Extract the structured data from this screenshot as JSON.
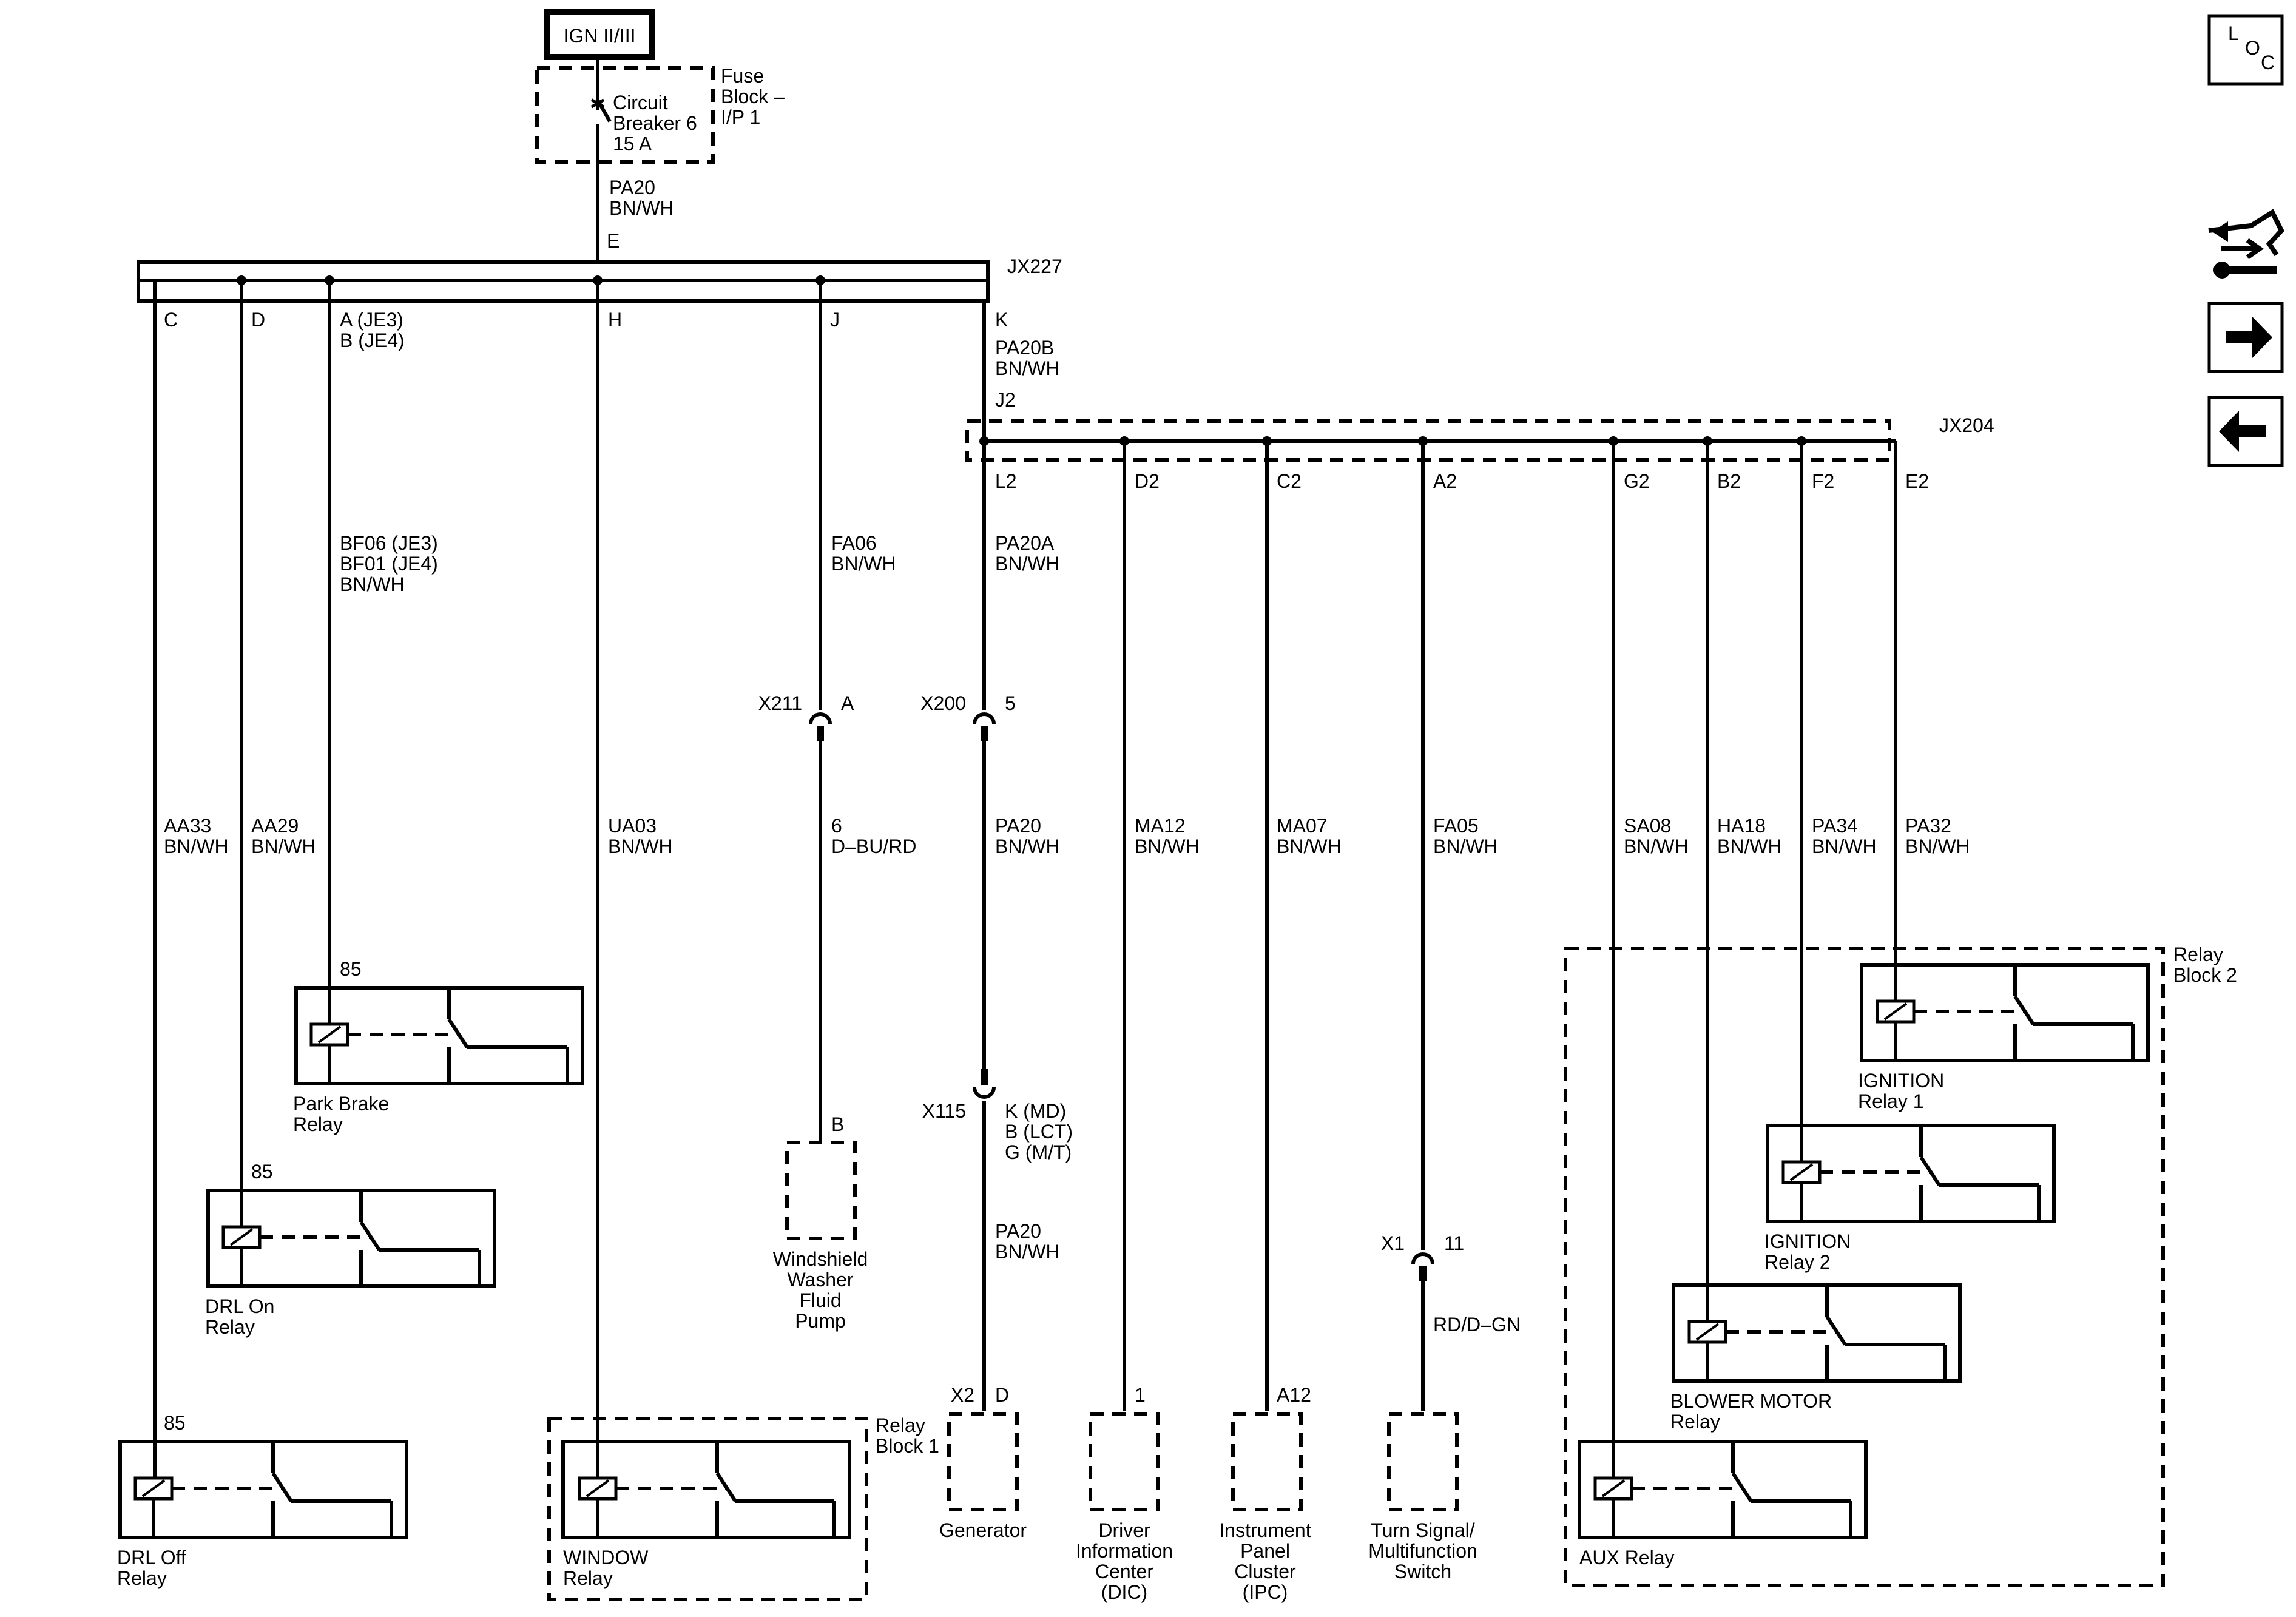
{
  "power_label": "IGN II/III",
  "fuse_block": {
    "label": "Fuse Block – I/P 1",
    "line1": "Fuse",
    "line2": "Block –",
    "line3": "I/P 1"
  },
  "circuit_breaker": {
    "line1": "Circuit",
    "line2": "Breaker 6",
    "line3": "15 A"
  },
  "feed_wire": {
    "id": "PA20",
    "color": "BN/WH",
    "pin": "E"
  },
  "jx227": {
    "label": "JX227",
    "pins": {
      "c": "C",
      "d": "D",
      "ab1": "A (JE3)",
      "ab2": "B (JE4)",
      "h": "H",
      "j": "J",
      "k": "K"
    }
  },
  "k_wire": {
    "id": "PA20B",
    "color": "BN/WH",
    "pin": "J2"
  },
  "jx204": {
    "label": "JX204",
    "pins": {
      "l2": "L2",
      "d2": "D2",
      "c2": "C2",
      "a2": "A2",
      "g2": "G2",
      "b2": "B2",
      "f2": "F2",
      "e2": "E2"
    }
  },
  "wires": {
    "bf": {
      "line1": "BF06 (JE3)",
      "line2": "BF01 (JE4)",
      "color": "BN/WH"
    },
    "fa06": {
      "id": "FA06",
      "color": "BN/WH"
    },
    "pa20a": {
      "id": "PA20A",
      "color": "BN/WH"
    },
    "aa33": {
      "id": "AA33",
      "color": "BN/WH"
    },
    "aa29": {
      "id": "AA29",
      "color": "BN/WH"
    },
    "ua03": {
      "id": "UA03",
      "color": "BN/WH"
    },
    "w6": {
      "id": "6",
      "color": "D–BU/RD"
    },
    "pa20_lower": {
      "id": "PA20",
      "color": "BN/WH"
    },
    "ma12": {
      "id": "MA12",
      "color": "BN/WH"
    },
    "ma07": {
      "id": "MA07",
      "color": "BN/WH"
    },
    "fa05": {
      "id": "FA05",
      "color": "BN/WH"
    },
    "sa08": {
      "id": "SA08",
      "color": "BN/WH"
    },
    "ha18": {
      "id": "HA18",
      "color": "BN/WH"
    },
    "pa34": {
      "id": "PA34",
      "color": "BN/WH"
    },
    "pa32": {
      "id": "PA32",
      "color": "BN/WH"
    },
    "pa20_gen": {
      "id": "PA20",
      "color": "BN/WH"
    },
    "rdgn": {
      "color": "RD/D–GN"
    }
  },
  "connectors": {
    "x211": {
      "id": "X211",
      "pin": "A"
    },
    "x200": {
      "id": "X200",
      "pin": "5"
    },
    "x115": {
      "id": "X115",
      "pin1": "K (MD)",
      "pin2": "B (LCT)",
      "pin3": "G (M/T)"
    },
    "x1": {
      "id": "X1",
      "pin": "11"
    }
  },
  "relays": {
    "park_brake": {
      "pin": "85",
      "line1": "Park Brake",
      "line2": "Relay"
    },
    "drl_on": {
      "pin": "85",
      "line1": "DRL On",
      "line2": "Relay"
    },
    "drl_off": {
      "pin": "85",
      "line1": "DRL Off",
      "line2": "Relay"
    },
    "window": {
      "line1": "WINDOW",
      "line2": "Relay"
    },
    "ignition1": {
      "line1": "IGNITION",
      "line2": "Relay 1"
    },
    "ignition2": {
      "line1": "IGNITION",
      "line2": "Relay 2"
    },
    "blower": {
      "line1": "BLOWER MOTOR",
      "line2": "Relay"
    },
    "aux": {
      "line1": "AUX Relay"
    }
  },
  "relay_block_1": {
    "line1": "Relay",
    "line2": "Block 1"
  },
  "relay_block_2": {
    "line1": "Relay",
    "line2": "Block 2"
  },
  "components": {
    "washer_pump": {
      "pin": "B",
      "lines": [
        "Windshield",
        "Washer",
        "Fluid",
        "Pump"
      ]
    },
    "generator": {
      "pin1": "X2",
      "pin2": "D",
      "lines": [
        "Generator"
      ]
    },
    "dic": {
      "pin": "1",
      "lines": [
        "Driver",
        "Information",
        "Center",
        "(DIC)"
      ]
    },
    "ipc": {
      "pin": "A12",
      "lines": [
        "Instrument",
        "Panel",
        "Cluster",
        "(IPC)"
      ]
    },
    "turn_signal": {
      "lines": [
        "Turn Signal/",
        "Multifunction",
        "Switch"
      ]
    }
  },
  "side_nav": {
    "loc": {
      "l": "L",
      "o": "O",
      "c": "C"
    },
    "icons": [
      "service-tools-icon",
      "arrow-right-icon",
      "arrow-left-icon"
    ]
  }
}
